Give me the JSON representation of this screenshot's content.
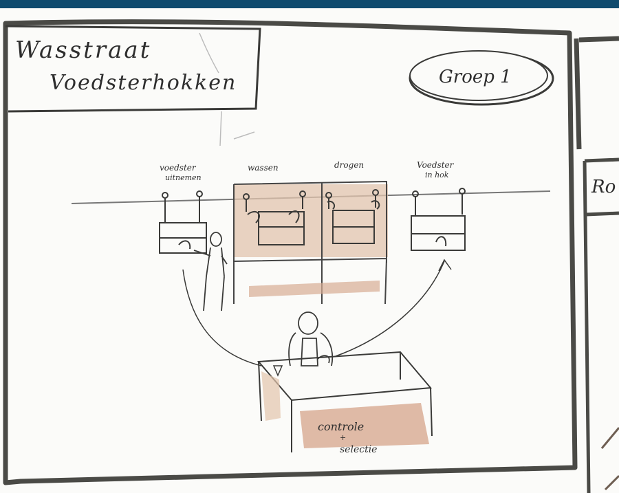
{
  "title": {
    "line1": "Wasstraat",
    "line2": "Voedsterhokken"
  },
  "group_badge": "Groep 1",
  "stations": {
    "uitnemen_line1": "voedster",
    "uitnemen_line2": "uitnemen",
    "wassen": "wassen",
    "drogen": "drogen",
    "inhok_line1": "Voedster",
    "inhok_line2": "in hok"
  },
  "table_label": {
    "line1": "controle",
    "line2": "+",
    "line3": "selectie"
  },
  "next_panel_fragment": "Ro",
  "colors": {
    "top_bar": "#0f4b6e",
    "frame": "#4a4a46",
    "wash": "#e2c4ad",
    "ink": "#2e2e2e"
  }
}
